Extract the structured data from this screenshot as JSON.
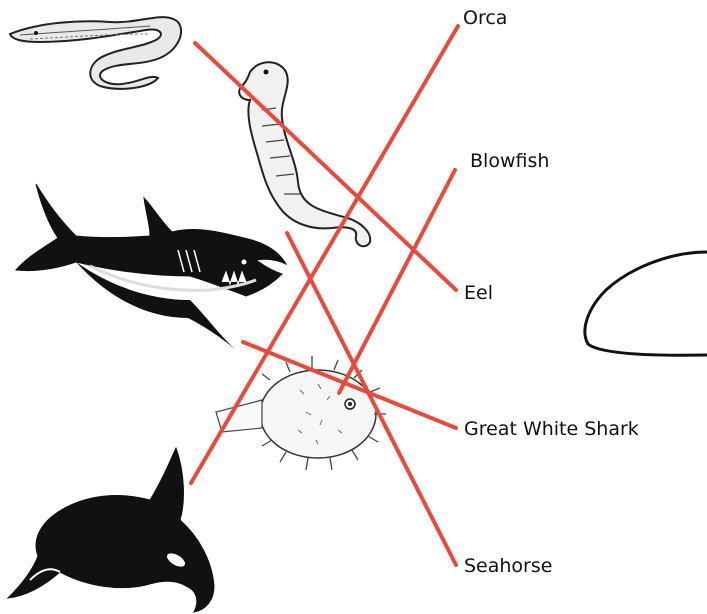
{
  "labels": {
    "orca": "Orca",
    "blowfish": "Blowfish",
    "eel": "Eel",
    "great_white_shark": "Great White Shark",
    "seahorse": "Seahorse"
  },
  "colors": {
    "match_line": "#ea4a3a",
    "ink": "#111111"
  },
  "animals": [
    "eel-icon",
    "seahorse-icon",
    "shark-icon",
    "blowfish-icon",
    "orca-icon"
  ]
}
